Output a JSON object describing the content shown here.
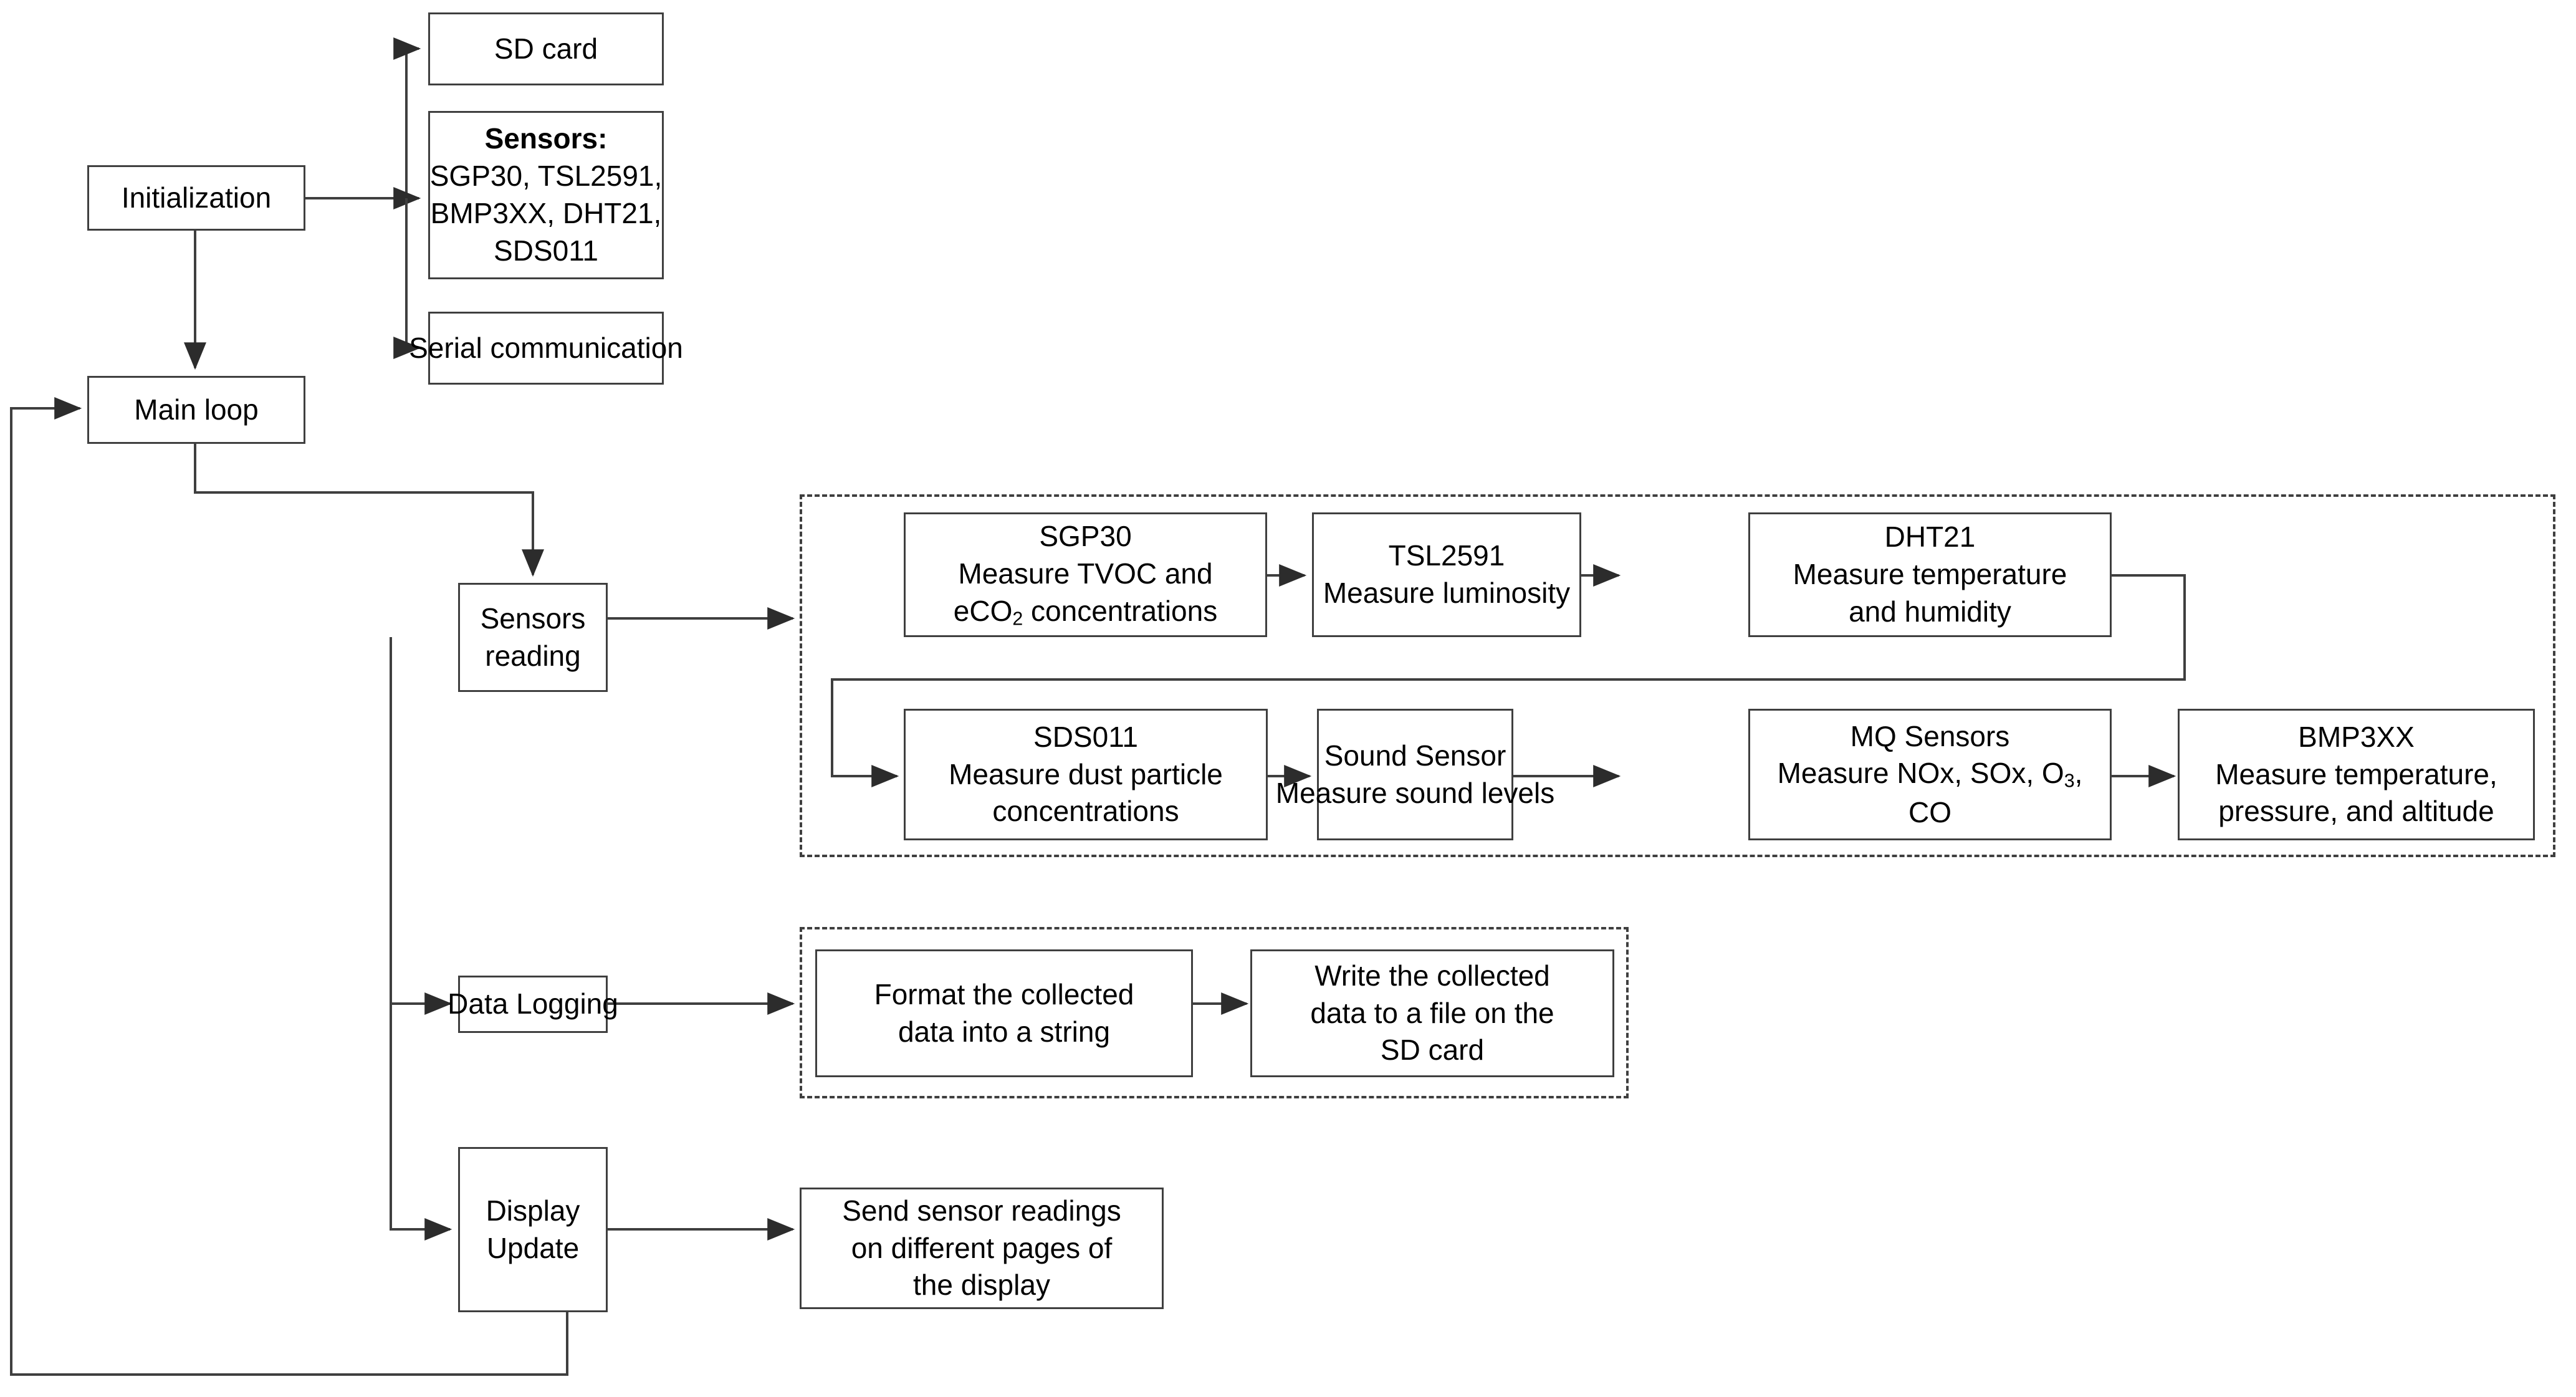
{
  "diagram": {
    "title": "Air quality monitoring station firmware flowchart",
    "type": "flowchart",
    "stroke_color": "#3f3f3f",
    "background": "#ffffff"
  },
  "nodes": {
    "initialization": {
      "label": "Initialization"
    },
    "sd_card": {
      "label": "SD card"
    },
    "sensors_list": {
      "heading": "Sensors:",
      "line1": "SGP30, TSL2591,",
      "line2": "BMP3XX, DHT21,",
      "line3": "SDS011"
    },
    "serial_communication": {
      "label": "Serial communication"
    },
    "main_loop": {
      "label": "Main loop"
    },
    "sensors_reading": {
      "line1": "Sensors",
      "line2": "reading"
    },
    "data_logging": {
      "label": "Data Logging"
    },
    "display_update": {
      "line1": "Display",
      "line2": "Update"
    }
  },
  "sensor_group": {
    "boxes": [
      {
        "id": "sgp30",
        "title": "SGP30",
        "desc_line1": "Measure TVOC and",
        "desc_line2_pre": "eCO",
        "desc_line2_sub": "2",
        "desc_line2_post": " concentrations"
      },
      {
        "id": "tsl2591",
        "title": "TSL2591",
        "desc_line1": "Measure luminosity"
      },
      {
        "id": "dht21",
        "title": "DHT21",
        "desc_line1": "Measure temperature",
        "desc_line2": "and humidity"
      },
      {
        "id": "sds011",
        "title": "SDS011",
        "desc_line1": "Measure dust particle",
        "desc_line2": "concentrations"
      },
      {
        "id": "sound_sensor",
        "title": "Sound Sensor",
        "desc_line1": "Measure sound levels"
      },
      {
        "id": "mq_sensors",
        "title": "MQ Sensors",
        "desc_line1_pre": "Measure NOx, SOx, O",
        "desc_line1_sub": "3",
        "desc_line1_post": ",",
        "desc_line2": "CO"
      },
      {
        "id": "bmp3xx",
        "title": "BMP3XX",
        "desc_line1": "Measure temperature,",
        "desc_line2": "pressure, and altitude"
      }
    ]
  },
  "logging_group": {
    "boxes": [
      {
        "id": "format_data",
        "line1": "Format the collected",
        "line2": "data into a string"
      },
      {
        "id": "write_data",
        "line1": "Write the collected",
        "line2": "data to a file on the",
        "line3": "SD card"
      }
    ]
  },
  "display_group": {
    "boxes": [
      {
        "id": "send_readings",
        "line1": "Send sensor readings",
        "line2": "on different pages of",
        "line3": "the display"
      }
    ]
  }
}
